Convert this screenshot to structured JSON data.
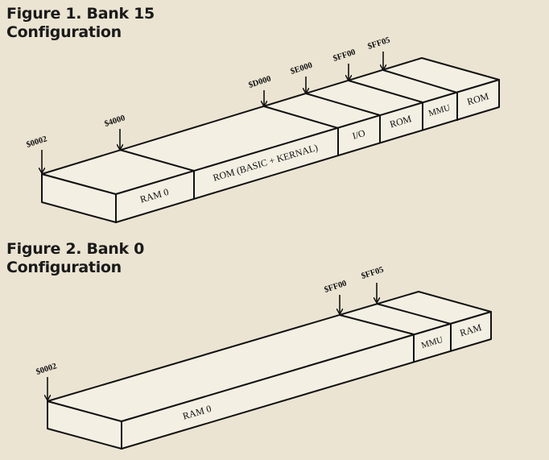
{
  "figure1": {
    "title_line1": "Figure 1. Bank 15",
    "title_line2": "Configuration",
    "addresses": [
      "$0002",
      "$4000",
      "$D000",
      "$E000",
      "$FF00",
      "$FF05"
    ],
    "segments": [
      "RAM 0",
      "ROM (BASIC + KERNAL)",
      "I/O",
      "ROM",
      "MMU",
      "ROM"
    ]
  },
  "figure2": {
    "title_line1": "Figure 2. Bank 0",
    "title_line2": "Configuration",
    "addresses": [
      "$0002",
      "$FF00",
      "$FF05"
    ],
    "segments": [
      "RAM 0",
      "MMU",
      "RAM"
    ]
  },
  "colors": {
    "paper": "#ebe4d2",
    "box_fill": "#f3efe3",
    "ink": "#111111"
  }
}
